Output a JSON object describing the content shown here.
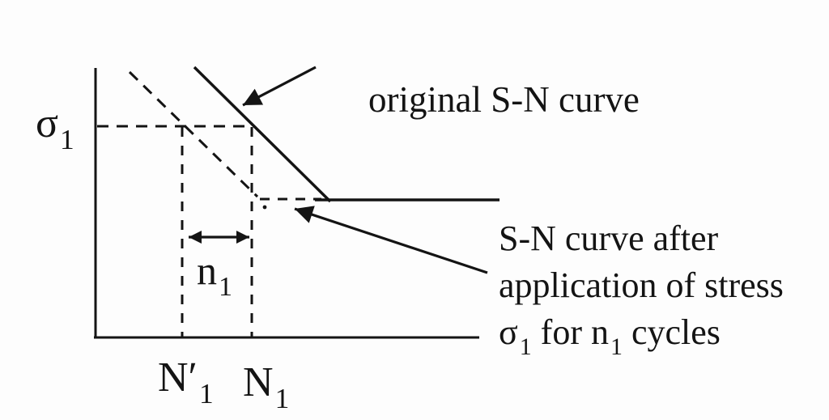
{
  "figure": {
    "title_hint": "S-N fatigue curve shift diagram",
    "colors": {
      "ink": "#141414",
      "background": "#fdfdfd"
    },
    "axis": {
      "y_label": {
        "base": "σ",
        "sub": "1"
      },
      "x_tick_nprime": {
        "base": "N′",
        "sub": "1"
      },
      "x_tick_n": {
        "base": "N",
        "sub": "1"
      }
    },
    "interval_label": {
      "base": "n",
      "sub": "1"
    },
    "annotation_original": "original S-N curve",
    "annotation_shifted": {
      "line1": "S-N curve after",
      "line2": "application of stress",
      "line3_sigma": "σ",
      "line3_sigma_sub": "1",
      "line3_mid": " for n",
      "line3_n_sub": "1",
      "line3_end": " cycles"
    },
    "curves": [
      {
        "label": "original S-N curve",
        "line_style": "solid"
      },
      {
        "label": "S-N curve after application of stress σ1 for n1 cycles",
        "line_style": "dashed"
      }
    ]
  }
}
